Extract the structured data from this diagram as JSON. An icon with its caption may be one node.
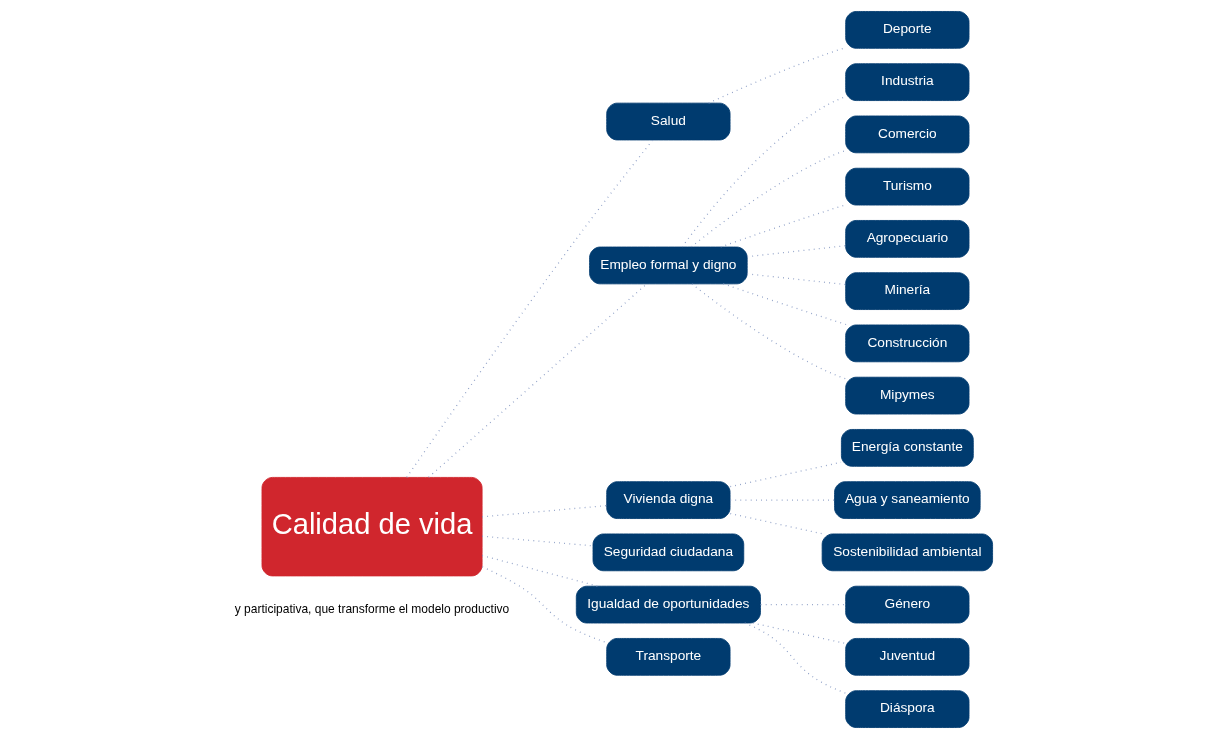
{
  "diagram": {
    "nodes": [
      {
        "text": [
          "Calidad de vida"
        ]
      },
      {
        "text": [
          "Salud"
        ]
      },
      {
        "text": [
          "Deporte"
        ]
      },
      {
        "text": [
          "Empleo formal y digno"
        ]
      },
      {
        "text": [
          "Industria"
        ]
      },
      {
        "text": [
          "Comercio"
        ]
      },
      {
        "text": [
          "Turismo"
        ]
      },
      {
        "text": [
          "Agropecuario"
        ]
      },
      {
        "text": [
          "Minería"
        ]
      },
      {
        "text": [
          "Construcción"
        ]
      },
      {
        "text": [
          "Mipymes"
        ]
      },
      {
        "text": [
          "Vivienda digna"
        ]
      },
      {
        "text": [
          "Energía constante"
        ]
      },
      {
        "text": [
          "Agua y saneamiento"
        ]
      },
      {
        "text": [
          "Sostenibilidad ambiental"
        ]
      },
      {
        "text": [
          "Seguridad ciudadana"
        ]
      },
      {
        "text": [
          "Igualdad de oportunidades"
        ]
      },
      {
        "text": [
          "Género"
        ]
      },
      {
        "text": [
          "Juventud"
        ]
      },
      {
        "text": [
          "Diáspora"
        ]
      },
      {
        "text": [
          "Transporte"
        ]
      }
    ],
    "edges": [
      {
        "from": 0,
        "to": 1,
        "arrow": "none"
      },
      {
        "from": 0,
        "to": 3,
        "arrow": "none"
      },
      {
        "from": 0,
        "to": 11,
        "arrow": "none"
      },
      {
        "from": 0,
        "to": 15,
        "arrow": "none"
      },
      {
        "from": 0,
        "to": 16,
        "arrow": "none"
      },
      {
        "from": 0,
        "to": 20,
        "arrow": "none"
      },
      {
        "from": 1,
        "to": 2,
        "arrow": "none"
      },
      {
        "from": 3,
        "to": 4,
        "arrow": "none"
      },
      {
        "from": 3,
        "to": 5,
        "arrow": "none"
      },
      {
        "from": 3,
        "to": 6,
        "arrow": "none"
      },
      {
        "from": 3,
        "to": 7,
        "arrow": "none"
      },
      {
        "from": 3,
        "to": 8,
        "arrow": "none"
      },
      {
        "from": 3,
        "to": 9,
        "arrow": "none"
      },
      {
        "from": 3,
        "to": 10,
        "arrow": "none"
      },
      {
        "from": 11,
        "to": 12,
        "arrow": "none"
      },
      {
        "from": 11,
        "to": 13,
        "arrow": "none"
      },
      {
        "from": 11,
        "to": 14,
        "arrow": "none"
      },
      {
        "from": 16,
        "to": 17,
        "arrow": "none"
      },
      {
        "from": 16,
        "to": 18,
        "arrow": "none"
      },
      {
        "from": 16,
        "to": 19,
        "arrow": "none"
      }
    ],
    "labels": [
      "y participativa, que transforme el modelo productivo"
    ]
  }
}
